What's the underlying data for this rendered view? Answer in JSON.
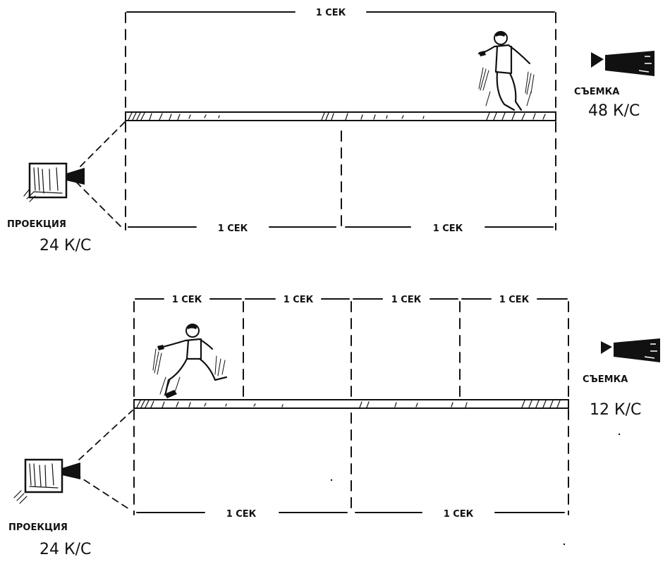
{
  "top": {
    "upper_second_label": "1 СЕК",
    "lower_second_labels": [
      "1 СЕК",
      "1 СЕК"
    ],
    "shooting_label": "СЪЕМКА",
    "shooting_rate": "48 К/С",
    "projection_label": "ПРОЕКЦИЯ",
    "projection_rate": "24 К/С"
  },
  "bottom": {
    "upper_second_labels": [
      "1 СЕК",
      "1 СЕК",
      "1 СЕК",
      "1 СЕК"
    ],
    "lower_second_labels": [
      "1 СЕК",
      "1 СЕК"
    ],
    "shooting_label": "СЪЕМКА",
    "shooting_rate": "12 К/С",
    "projection_label": "ПРОЕКЦИЯ",
    "projection_rate": "24 К/С"
  },
  "icons": [
    "movie-camera-icon",
    "film-projector-icon",
    "running-man-icon"
  ]
}
